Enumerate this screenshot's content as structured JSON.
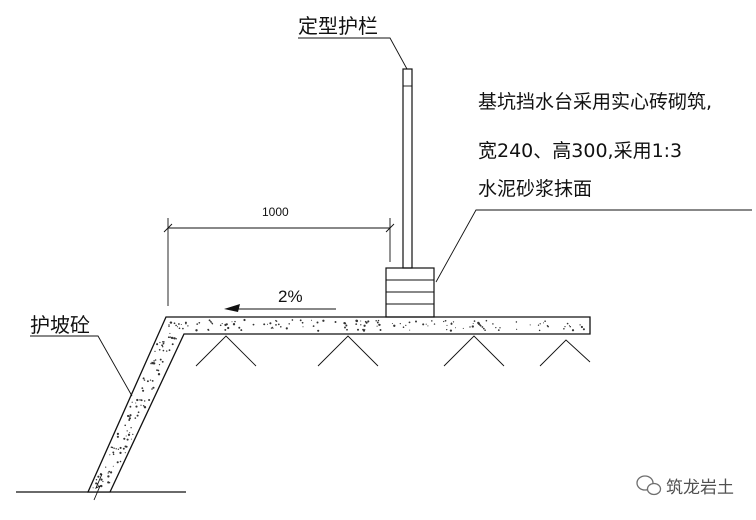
{
  "labels": {
    "guardrail": "定型护栏",
    "wall_line1": "基坑挡水台采用实心砖砌筑,",
    "wall_line2": "宽240、高300,采用1:3",
    "wall_line3": "水泥砂浆抹面",
    "slope_concrete": "护坡砼",
    "dimension": "1000",
    "slope_ratio": "2%"
  },
  "watermark": {
    "text": "筑龙岩土",
    "icon": "wechat-icon"
  }
}
